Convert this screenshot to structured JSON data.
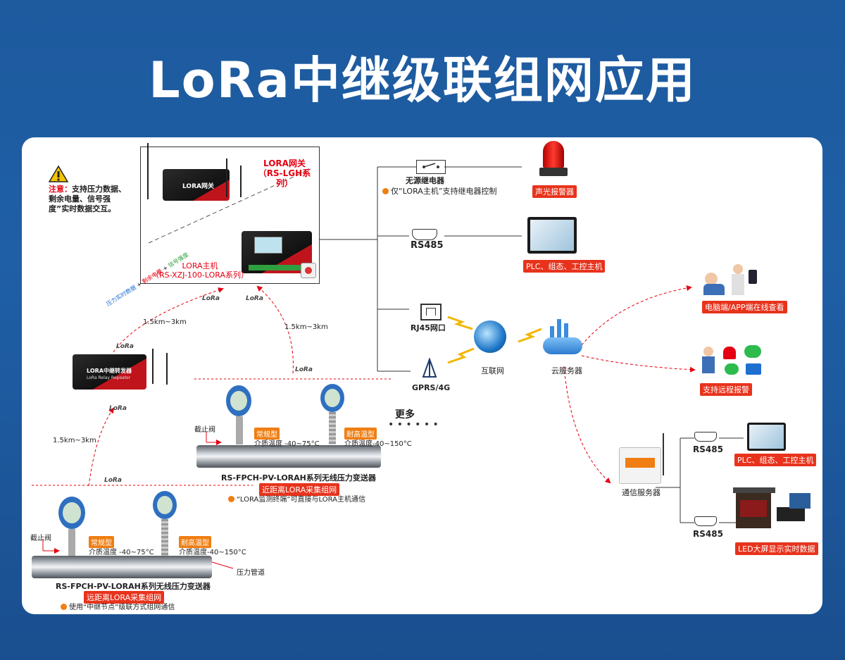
{
  "title": "LoRa中继级联组网应用",
  "note": {
    "prefix": "注意：",
    "text": "支持压力数据、剩余电量、信号强度”实时数据交互。"
  },
  "gateway": {
    "name": "LORA网关",
    "model": "（RS-LGH系列）"
  },
  "host": {
    "name": "LORA主机",
    "model": "（RS-XZJ-100-LORA系列）"
  },
  "relay": {
    "label": "无源继电器",
    "note": "仅“LORA主机”支持继电器控制",
    "device": "声光报警器"
  },
  "rs485_top": {
    "label": "RS485",
    "device": "PLC、组态、工控主机"
  },
  "rj45": {
    "label": "RJ45网口"
  },
  "gprs": {
    "label": "GPRS/4G"
  },
  "internet": {
    "label": "互联网"
  },
  "cloud": {
    "label": "云服务器"
  },
  "pc_app": {
    "label": "电脑端/APP端在线查看"
  },
  "alarm_remote": {
    "label": "支持远程报警"
  },
  "comm_server": {
    "label": "通信服务器"
  },
  "rs485_a": {
    "label": "RS485",
    "device": "PLC、组态、工控主机"
  },
  "rs485_b": {
    "label": "RS485",
    "device": "LED大屏显示实时数据"
  },
  "repeater": {
    "name": "LORA中继转发器",
    "sub": "LoRa Relay Repeater"
  },
  "lora_badge": "LoRa",
  "distance": "1.5km~3km",
  "more": "更多",
  "arrows": {
    "pressure": "压力实时数据",
    "battery": "剩余电量",
    "signal": "信号强度",
    "plus": "+"
  },
  "group_near": {
    "valve": "截止阀",
    "normal": "常规型",
    "normal_temp": "介质温度 -40~75°C",
    "high": "耐高温型",
    "high_temp": "介质温度-40~150°C",
    "model": "RS-FPCH-PV-LORAH系列无线压力变送器",
    "tag": "近距离LORA采集组网",
    "note": "“LORA监测终端”可直接与LORA主机通信"
  },
  "group_far": {
    "valve": "截止阀",
    "normal": "常规型",
    "normal_temp": "介质温度 -40~75°C",
    "high": "耐高温型",
    "high_temp": "介质温度-40~150°C",
    "pipe": "压力管道",
    "model": "RS-FPCH-PV-LORAH系列无线压力变送器",
    "tag": "远距离LORA采集组网",
    "note": "使用“中继节点”级联方式组网通信"
  },
  "device_screen_text": {
    "gateway": "LORA网关",
    "repeater_face": "LORA中继转发器"
  },
  "colors": {
    "accent_red": "#e60012",
    "orange": "#f07e12",
    "bg_blue": "#1d5a9e"
  }
}
